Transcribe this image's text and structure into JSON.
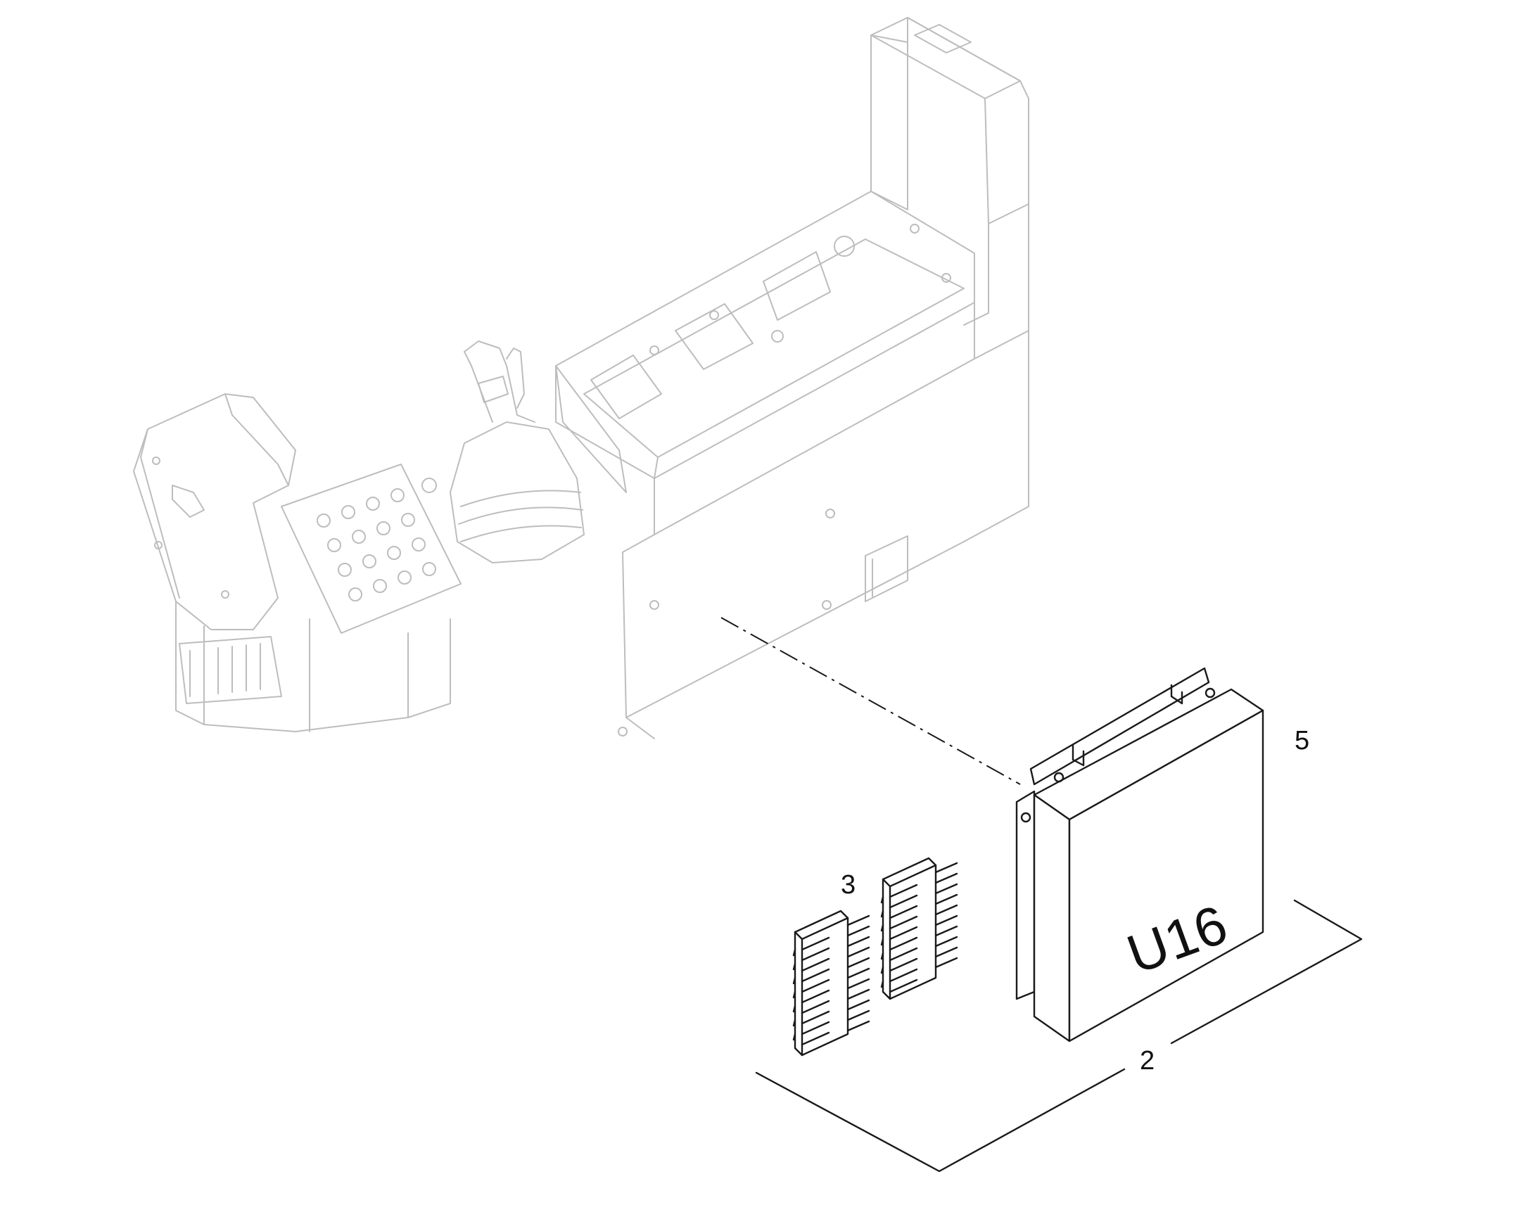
{
  "diagram": {
    "module_label": "U16",
    "callouts": {
      "item_5": "5",
      "item_3": "3",
      "item_2": "2"
    },
    "colors": {
      "console_line": "#bdbdbd",
      "part_line": "#1a1a1a",
      "background": "#ffffff"
    }
  }
}
